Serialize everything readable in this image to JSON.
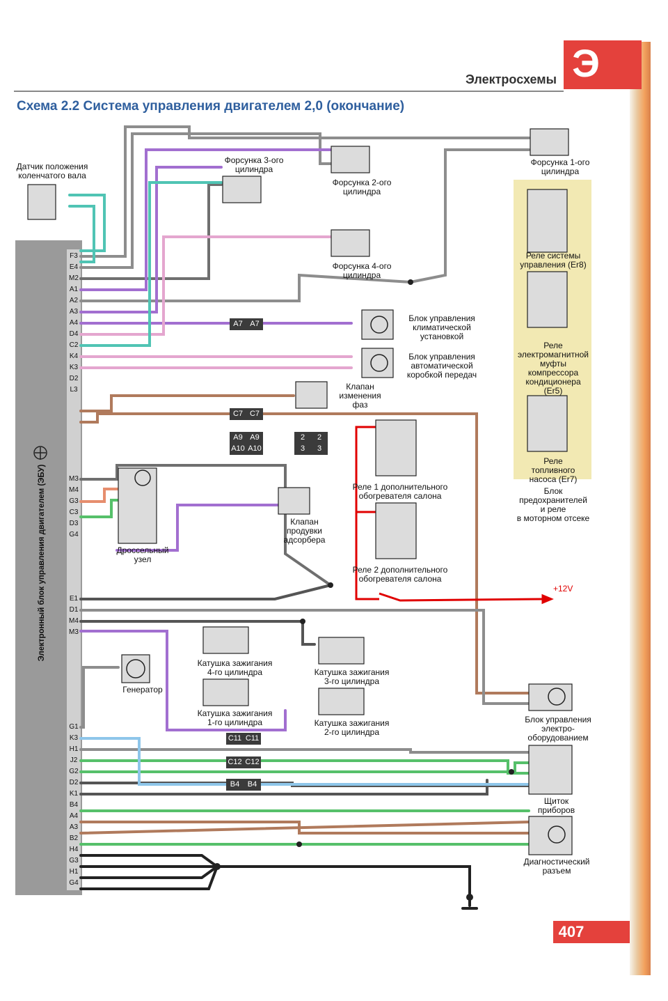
{
  "header": {
    "section": "Электросхемы",
    "tab_letter": "Э",
    "title": "Схема 2.2 Система управления двигателем 2,0 (окончание)",
    "page_number": "407"
  },
  "annotation": {
    "supply": "+12V"
  },
  "ecu": {
    "label": "Электронный блок управления двигателем (ЭБУ)",
    "pins": [
      "F3",
      "E4",
      "M2",
      "A1",
      "A2",
      "A3",
      "A4",
      "D4",
      "C2",
      "K4",
      "K3",
      "D2",
      "L3",
      "M3",
      "M4",
      "G3",
      "C3",
      "D3",
      "G4",
      "E1",
      "D1",
      "M4",
      "M3",
      "G1",
      "K3",
      "H1",
      "J2",
      "G2",
      "D2",
      "K1",
      "B4",
      "A4",
      "A3",
      "B2",
      "H4",
      "G3",
      "H1",
      "G4"
    ]
  },
  "components": {
    "crank_sensor": "Датчик положения\nколенчатого вала",
    "injector1": "Форсунка 1-ого\nцилиндра",
    "injector2": "Форсунка 2-ого\nцилиндра",
    "injector3": "Форсунка 3-ого\nцилиндра",
    "injector4": "Форсунка 4-ого\nцилиндра",
    "relay_er8": "Реле системы\nуправления (Er8)",
    "relay_er5": "Реле\nэлектромагнитной\nмуфты\nкомпрессора\nкондиционера\n(Er5)",
    "relay_er7": "Реле\nтопливного\nнасоса (Er7)",
    "fuse_box": "Блок\nпредохранителей\nи реле\nв моторном отсеке",
    "climate_unit": "Блок управления\nклиматической\nустановкой",
    "gearbox_unit": "Блок управления\nавтоматической\nкоробкой передач",
    "phase_valve": "Клапан\nизменения\nфаз",
    "heater_relay1": "Реле 1 дополнительного\nобогревателя салона",
    "heater_relay2": "Реле 2 дополнительного\nобогревателя салона",
    "purge_valve": "Клапан\nпродувки\nадсорбера",
    "throttle": "Дроссельный\nузел",
    "generator": "Генератор",
    "coil4": "Катушка зажигания\n4-го цилиндра",
    "coil1": "Катушка зажигания\n1-го цилиндра",
    "coil3": "Катушка зажигания\n3-го цилиндра",
    "coil2": "Катушка зажигания\n2-го цилиндра",
    "electro_unit": "Блок управления\nэлектро-\nоборудованием",
    "instrument_panel": "Щиток\nприборов",
    "diag_connector": "Диагностический\nразъем"
  },
  "connectors": {
    "a7": [
      "A7",
      "A7"
    ],
    "c7": [
      "C7",
      "C7"
    ],
    "a9": [
      "A9",
      "A9"
    ],
    "a10": [
      "A10",
      "A10"
    ],
    "c11": [
      "C11",
      "C11"
    ],
    "c12": [
      "C12",
      "C12"
    ],
    "b4": [
      "B4",
      "B4"
    ],
    "x2": [
      "2",
      "2"
    ],
    "x3": [
      "3",
      "3"
    ]
  },
  "colors": {
    "red_annotation": "#e00000",
    "gray": "#8d8d8d",
    "purple": "#a26fd0",
    "pink": "#e4a6cf",
    "green": "#56c06a",
    "teal": "#50c4b4",
    "blue_light": "#8ec6ea",
    "brown": "#b07a5c",
    "salmon": "#e68e6e",
    "black": "#222222",
    "relay_bg": "#f2e9b3"
  }
}
